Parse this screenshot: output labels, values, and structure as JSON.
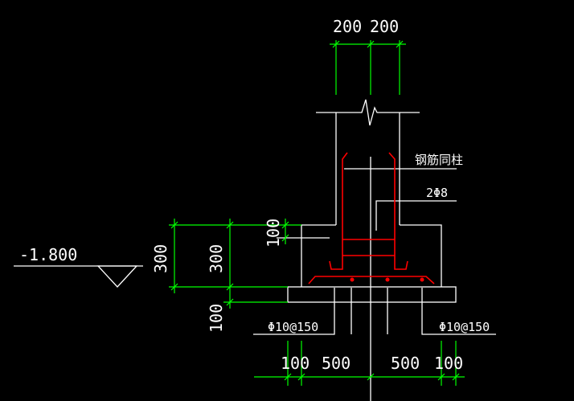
{
  "drawing": {
    "colors": {
      "background": "#000000",
      "outline": "#ffffff",
      "dimension": "#00ff00",
      "rebar": "#ff0000",
      "text": "#ffffff",
      "centerline": "#ffffff"
    },
    "column_width_dims": [
      "200",
      "200"
    ],
    "bottom_dims": [
      "100",
      "500",
      "500",
      "100"
    ],
    "left_dims": {
      "outer_300": "300",
      "inner_300": "300",
      "pad_100": "100",
      "top_100": "100"
    },
    "elevation": "-1.800",
    "notes": {
      "column_rebar": "钢筋同柱",
      "stirrup": "2Φ8",
      "bottom_left_rebar": "Φ10@150",
      "bottom_right_rebar": "Φ10@150"
    }
  }
}
